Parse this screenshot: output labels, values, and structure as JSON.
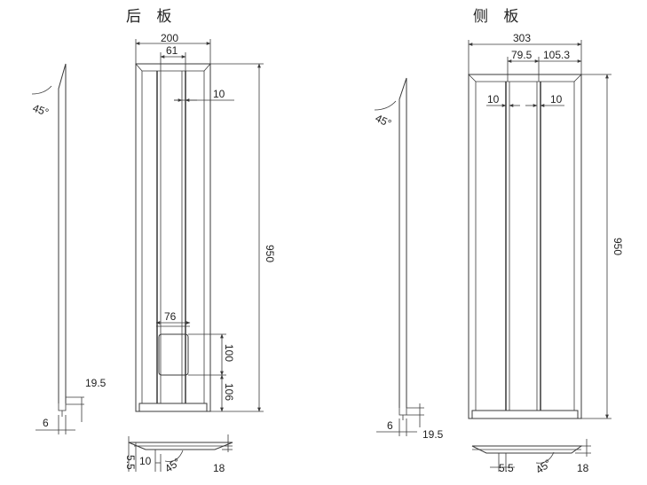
{
  "titles": {
    "back": "后 板",
    "side": "侧 板"
  },
  "back_panel": {
    "width": "200",
    "inner": "61",
    "gap": "10",
    "height": "950",
    "handle_width": "76",
    "handle_height": "100",
    "bottom": "106",
    "corner_angle": "45°",
    "section_depth": "19.5",
    "section_thickness": "6",
    "bottom_thickness": "5.5",
    "bottom_offset": "10",
    "bottom_angle": "45°",
    "bottom_depth": "18"
  },
  "side_panel": {
    "width": "303",
    "dim_a": "79.5",
    "dim_b": "105.3",
    "gap_left": "10",
    "gap_right": "10",
    "height": "950",
    "corner_angle": "45°",
    "section_depth": "19.5",
    "section_thickness": "6",
    "bottom_thickness": "5.5",
    "bottom_angle": "45°",
    "bottom_depth": "18"
  }
}
